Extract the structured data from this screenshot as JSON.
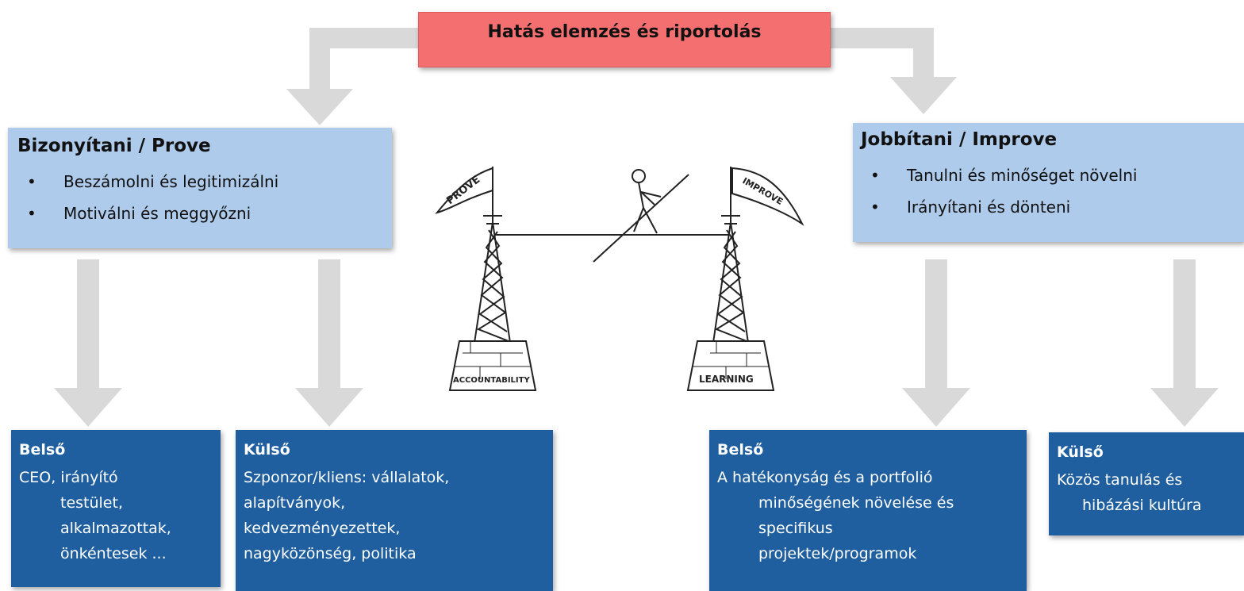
{
  "top": {
    "title": "Hatás elemzés és riportolás"
  },
  "prove": {
    "title": "Bizonyítani / Prove",
    "bullets": [
      "Beszámolni és legitimizálni",
      "Motiválni és meggyőzni"
    ]
  },
  "improve": {
    "title": "Jobbítani / Improve",
    "bullets": [
      "Tanulni és minőséget növelni",
      "Irányítani és dönteni"
    ]
  },
  "illustration": {
    "flag_left": "PROVE",
    "flag_right": "IMPROVE",
    "base_left": "ACCOUNTABILITY",
    "base_right": "LEARNING"
  },
  "boxes": {
    "prove_internal": {
      "title": "Belső",
      "lines": [
        "CEO, irányító",
        "testület,",
        "alkalmazottak,",
        "önkéntesek ..."
      ]
    },
    "prove_external": {
      "title": "Külső",
      "lines": [
        "Szponzor/kliens: vállalatok,",
        "alapítványok,",
        "kedvezményezettek,",
        "nagyközönség, politika"
      ]
    },
    "improve_internal": {
      "title": "Belső",
      "lines": [
        "A hatékonyság és a portfolió",
        "minőségének növelése és",
        "specifikus",
        "projektek/programok"
      ]
    },
    "improve_external": {
      "title": "Külső",
      "lines": [
        "Közös tanulás és",
        "hibázási kultúra"
      ]
    }
  },
  "colors": {
    "top_box": "#f47070",
    "light_blue": "#aecbeb",
    "dark_blue": "#1f5f9f",
    "arrow": "#d9d9d9"
  }
}
